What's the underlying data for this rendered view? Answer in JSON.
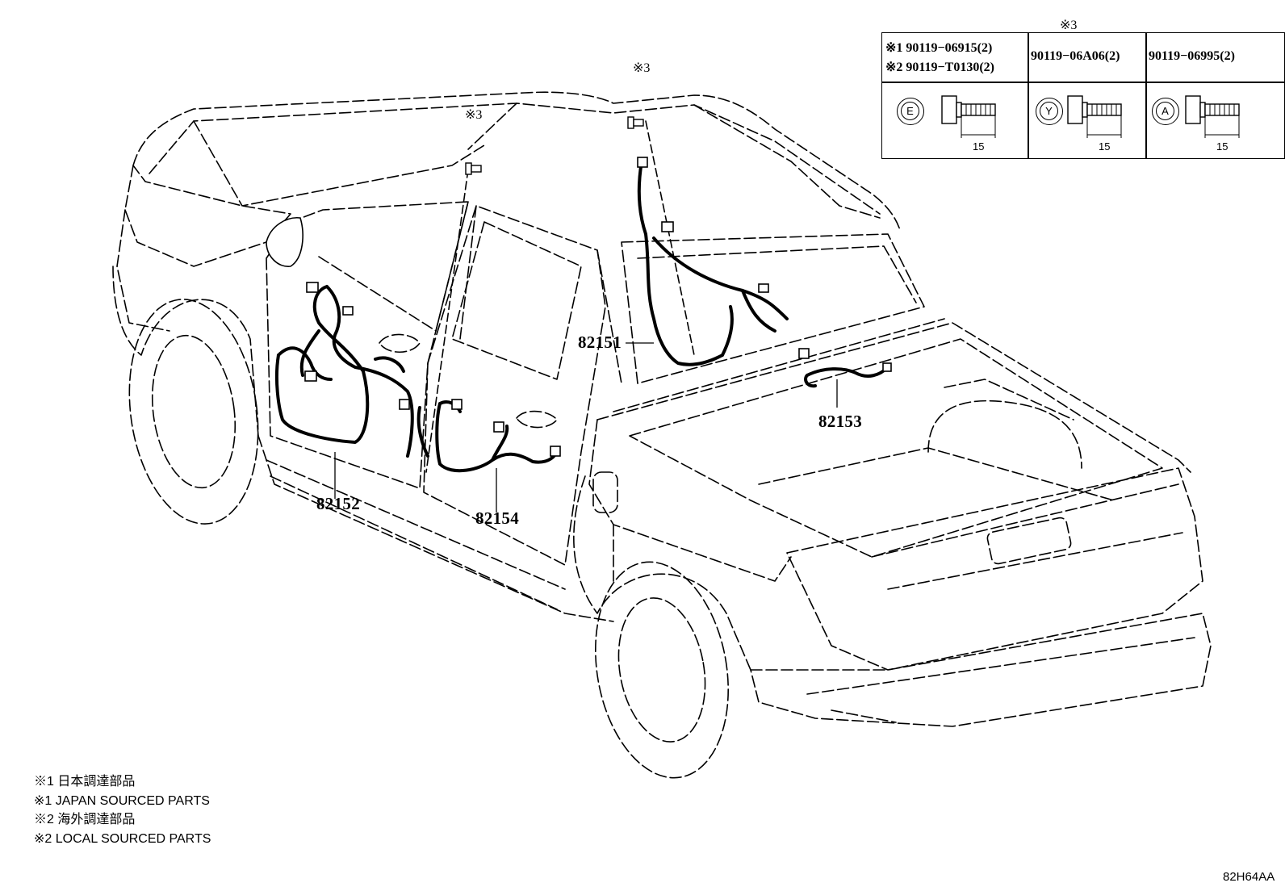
{
  "table": {
    "header_mark": "※3",
    "columns": [
      {
        "lines": [
          "※1 90119−06915(2)",
          "※2 90119−T0130(2)"
        ],
        "badge": "E",
        "dim": "15"
      },
      {
        "lines": [
          "90119−06A06(2)"
        ],
        "badge": "Y",
        "dim": "15"
      },
      {
        "lines": [
          "90119−06995(2)"
        ],
        "badge": "A",
        "dim": "15"
      }
    ]
  },
  "bolt_refs": [
    "※3",
    "※3"
  ],
  "callouts": {
    "c82151": "82151",
    "c82152": "82152",
    "c82153": "82153",
    "c82154": "82154"
  },
  "notes": [
    "※1 日本調達部品",
    "※1 JAPAN SOURCED PARTS",
    "※2 海外調達部品",
    "※2 LOCAL SOURCED PARTS"
  ],
  "footer_code": "82H64AA"
}
